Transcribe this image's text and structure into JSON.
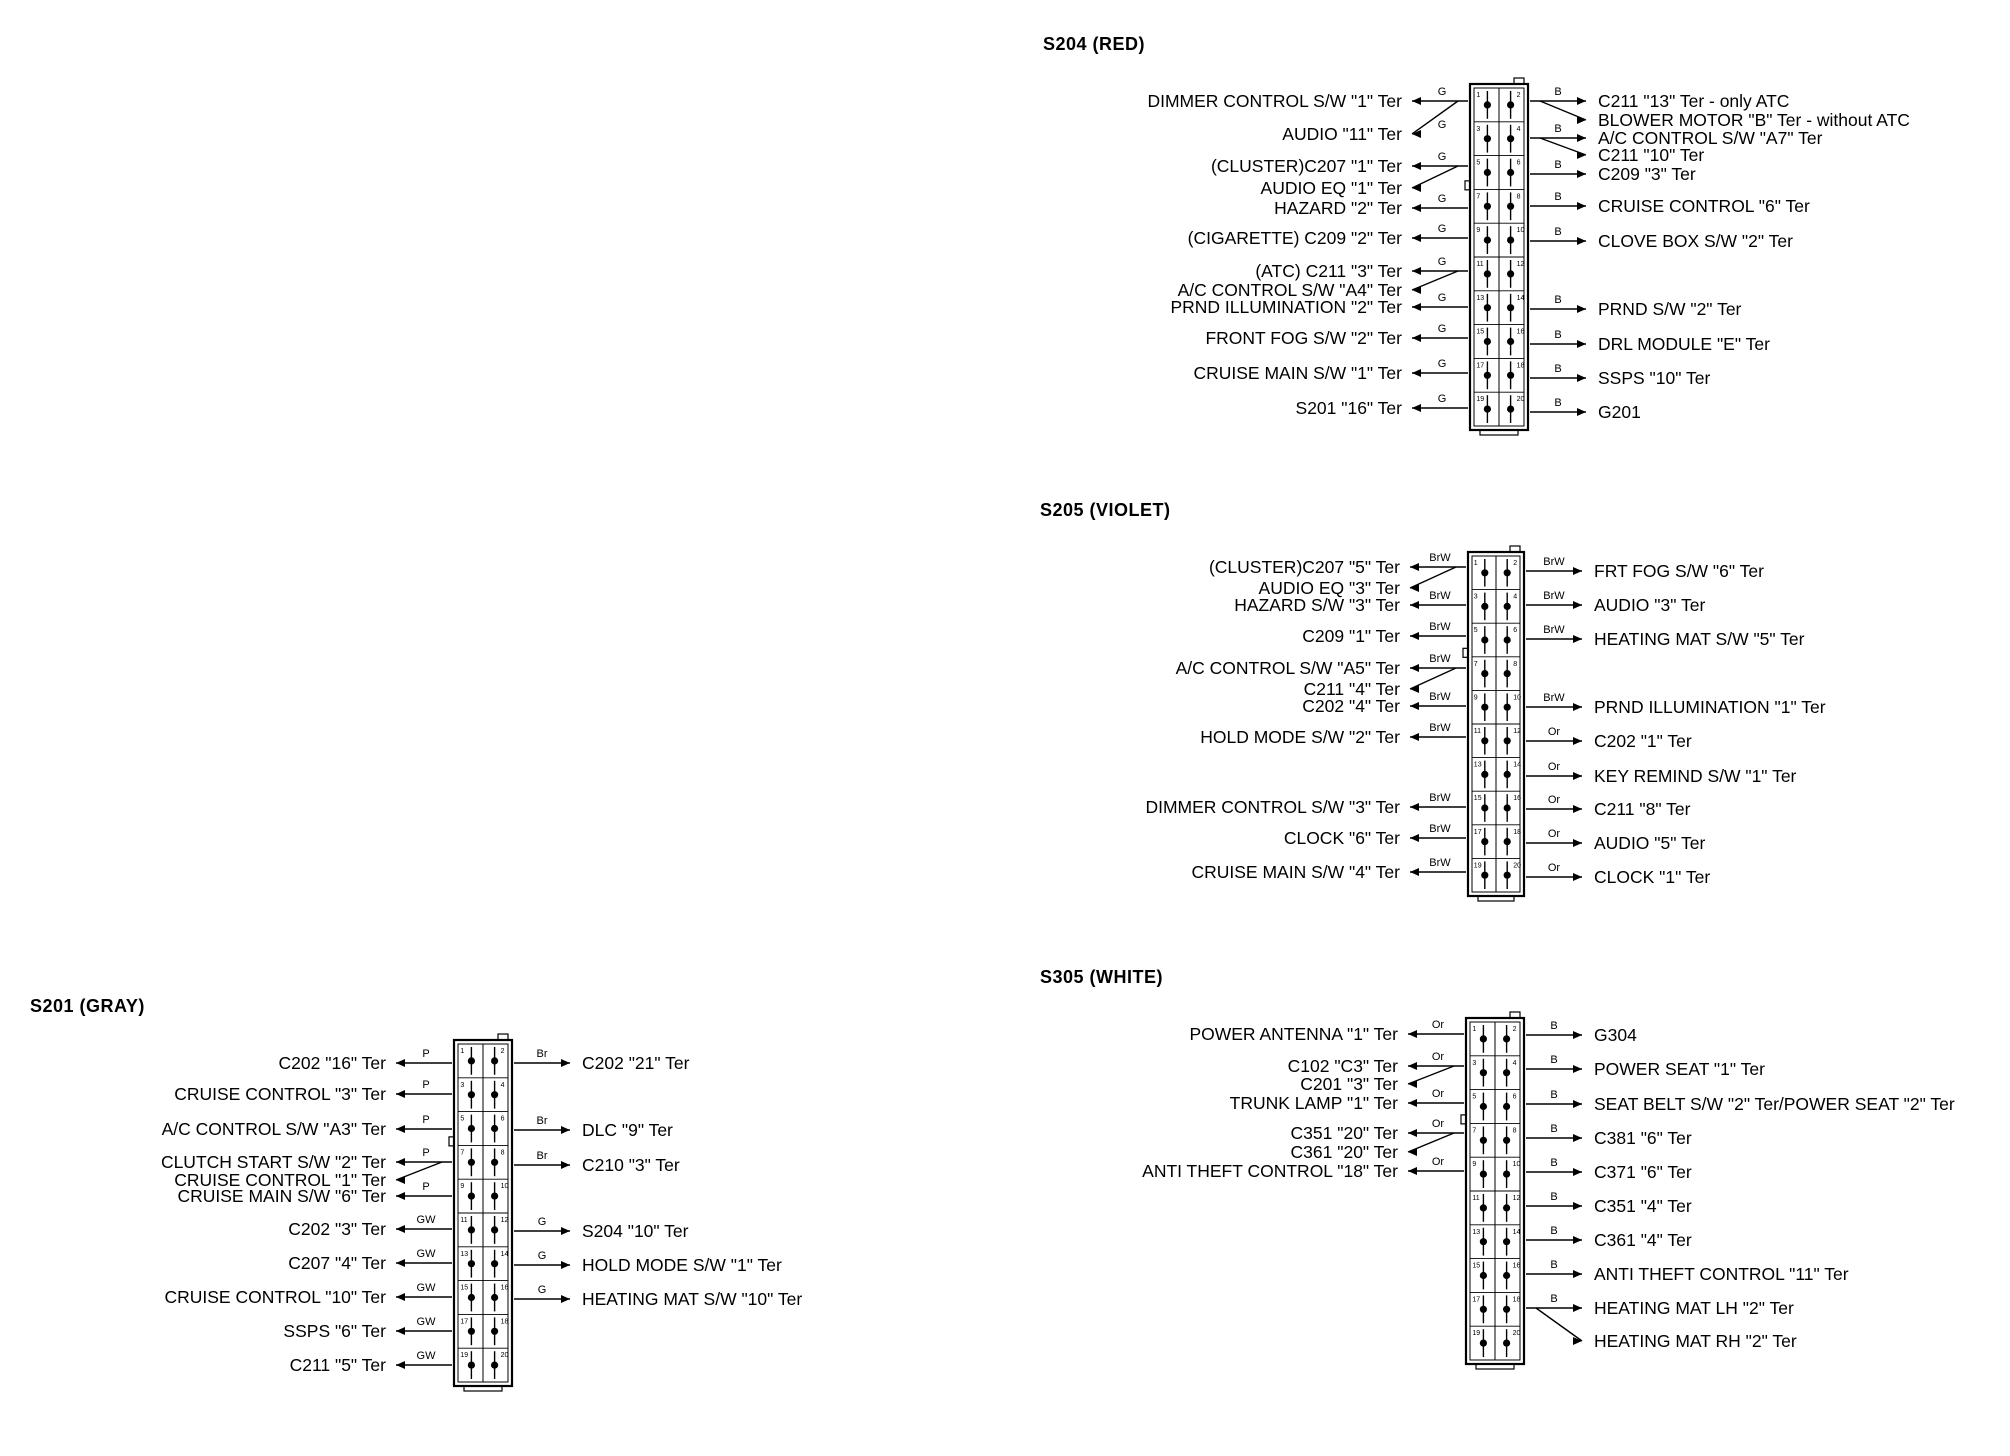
{
  "blocks": [
    {
      "id": "s204",
      "title": "S204 (RED)",
      "left_wire": "G",
      "left": [
        {
          "text": "DIMMER CONTROL S/W \"1\" Ter",
          "wire": "G"
        },
        {
          "text": "AUDIO \"11\" Ter",
          "wire": "G"
        },
        {
          "text": "(CLUSTER)C207 \"1\" Ter",
          "wire": "G"
        },
        {
          "text": "AUDIO EQ \"1\" Ter",
          "wire": ""
        },
        {
          "text": "HAZARD \"2\" Ter",
          "wire": "G"
        },
        {
          "text": "(CIGARETTE) C209 \"2\" Ter",
          "wire": "G"
        },
        {
          "text": "(ATC) C211 \"3\" Ter",
          "wire": "G"
        },
        {
          "text": "A/C CONTROL S/W \"A4\" Ter",
          "wire": ""
        },
        {
          "text": "PRND ILLUMINATION \"2\" Ter",
          "wire": "G"
        },
        {
          "text": "FRONT FOG S/W \"2\" Ter",
          "wire": "G"
        },
        {
          "text": "CRUISE MAIN S/W \"1\" Ter",
          "wire": "G"
        },
        {
          "text": "S201 \"16\" Ter",
          "wire": "G"
        }
      ],
      "right": [
        {
          "text": "C211 \"13\" Ter - only ATC",
          "wire": "B"
        },
        {
          "text": "BLOWER MOTOR \"B\" Ter - without ATC",
          "wire": ""
        },
        {
          "text": "A/C CONTROL S/W \"A7\" Ter",
          "wire": "B"
        },
        {
          "text": "C211 \"10\" Ter",
          "wire": ""
        },
        {
          "text": "C209 \"3\" Ter",
          "wire": "B"
        },
        {
          "text": "CRUISE CONTROL \"6\" Ter",
          "wire": "B"
        },
        {
          "text": "CLOVE BOX S/W \"2\" Ter",
          "wire": "B"
        },
        {
          "text": "PRND S/W \"2\" Ter",
          "wire": "B"
        },
        {
          "text": "DRL MODULE \"E\" Ter",
          "wire": "B"
        },
        {
          "text": "SSPS \"10\" Ter",
          "wire": "B"
        },
        {
          "text": "G201",
          "wire": "B"
        }
      ]
    },
    {
      "id": "s205",
      "title": "S205 (VIOLET)",
      "left": [
        {
          "text": "(CLUSTER)C207 \"5\" Ter",
          "wire": "BrW"
        },
        {
          "text": "AUDIO EQ \"3\" Ter",
          "wire": ""
        },
        {
          "text": "HAZARD S/W \"3\" Ter",
          "wire": "BrW"
        },
        {
          "text": "C209 \"1\" Ter",
          "wire": "BrW"
        },
        {
          "text": "A/C CONTROL S/W \"A5\" Ter",
          "wire": "BrW"
        },
        {
          "text": "C211 \"4\" Ter",
          "wire": ""
        },
        {
          "text": "C202 \"4\" Ter",
          "wire": "BrW"
        },
        {
          "text": "HOLD MODE S/W \"2\" Ter",
          "wire": "BrW"
        },
        {
          "text": "DIMMER CONTROL S/W \"3\" Ter",
          "wire": "BrW"
        },
        {
          "text": "CLOCK \"6\" Ter",
          "wire": "BrW"
        },
        {
          "text": "CRUISE MAIN S/W \"4\" Ter",
          "wire": "BrW"
        }
      ],
      "right": [
        {
          "text": "FRT FOG S/W \"6\" Ter",
          "wire": "BrW"
        },
        {
          "text": "AUDIO \"3\" Ter",
          "wire": "BrW"
        },
        {
          "text": "HEATING MAT S/W \"5\" Ter",
          "wire": "BrW"
        },
        {
          "text": "PRND ILLUMINATION \"1\" Ter",
          "wire": "BrW"
        },
        {
          "text": "C202 \"1\" Ter",
          "wire": "Or"
        },
        {
          "text": "KEY REMIND S/W \"1\" Ter",
          "wire": "Or"
        },
        {
          "text": "C211 \"8\" Ter",
          "wire": "Or"
        },
        {
          "text": "AUDIO \"5\" Ter",
          "wire": "Or"
        },
        {
          "text": "CLOCK \"1\" Ter",
          "wire": "Or"
        }
      ]
    },
    {
      "id": "s305",
      "title": "S305 (WHITE)",
      "left": [
        {
          "text": "POWER ANTENNA \"1\" Ter",
          "wire": "Or"
        },
        {
          "text": "C102 \"C3\" Ter",
          "wire": "Or"
        },
        {
          "text": "C201 \"3\" Ter",
          "wire": ""
        },
        {
          "text": "TRUNK LAMP \"1\" Ter",
          "wire": "Or"
        },
        {
          "text": "C351 \"20\" Ter",
          "wire": "Or"
        },
        {
          "text": "C361 \"20\" Ter",
          "wire": ""
        },
        {
          "text": "ANTI THEFT CONTROL \"18\" Ter",
          "wire": "Or"
        }
      ],
      "right": [
        {
          "text": "G304",
          "wire": "B"
        },
        {
          "text": "POWER SEAT \"1\" Ter",
          "wire": "B"
        },
        {
          "text": "SEAT BELT S/W \"2\" Ter/POWER SEAT \"2\" Ter",
          "wire": "B"
        },
        {
          "text": "C381 \"6\" Ter",
          "wire": "B"
        },
        {
          "text": "C371 \"6\" Ter",
          "wire": "B"
        },
        {
          "text": "C351 \"4\" Ter",
          "wire": "B"
        },
        {
          "text": "C361 \"4\" Ter",
          "wire": "B"
        },
        {
          "text": "ANTI THEFT CONTROL \"11\" Ter",
          "wire": "B"
        },
        {
          "text": "HEATING MAT LH \"2\" Ter",
          "wire": "B"
        },
        {
          "text": "HEATING MAT RH \"2\" Ter",
          "wire": ""
        }
      ]
    },
    {
      "id": "s201",
      "title": "S201 (GRAY)",
      "left": [
        {
          "text": "C202 \"16\" Ter",
          "wire": "P"
        },
        {
          "text": "CRUISE CONTROL \"3\" Ter",
          "wire": "P"
        },
        {
          "text": "A/C CONTROL S/W \"A3\" Ter",
          "wire": "P"
        },
        {
          "text": "CLUTCH START S/W \"2\" Ter",
          "wire": "P"
        },
        {
          "text": "CRUISE CONTROL \"1\" Ter",
          "wire": ""
        },
        {
          "text": "CRUISE MAIN S/W \"6\" Ter",
          "wire": "P"
        },
        {
          "text": "C202 \"3\" Ter",
          "wire": "GW"
        },
        {
          "text": "C207 \"4\" Ter",
          "wire": "GW"
        },
        {
          "text": "CRUISE CONTROL \"10\" Ter",
          "wire": "GW"
        },
        {
          "text": "SSPS \"6\" Ter",
          "wire": "GW"
        },
        {
          "text": "C211 \"5\" Ter",
          "wire": "GW"
        }
      ],
      "right": [
        {
          "text": "C202 \"21\" Ter",
          "wire": "Br"
        },
        {
          "text": "DLC \"9\" Ter",
          "wire": "Br"
        },
        {
          "text": "C210 \"3\" Ter",
          "wire": "Br"
        },
        {
          "text": "S204 \"10\" Ter",
          "wire": "G"
        },
        {
          "text": "HOLD MODE S/W \"1\" Ter",
          "wire": "G"
        },
        {
          "text": "HEATING MAT S/W \"10\" Ter",
          "wire": "G"
        }
      ]
    }
  ]
}
